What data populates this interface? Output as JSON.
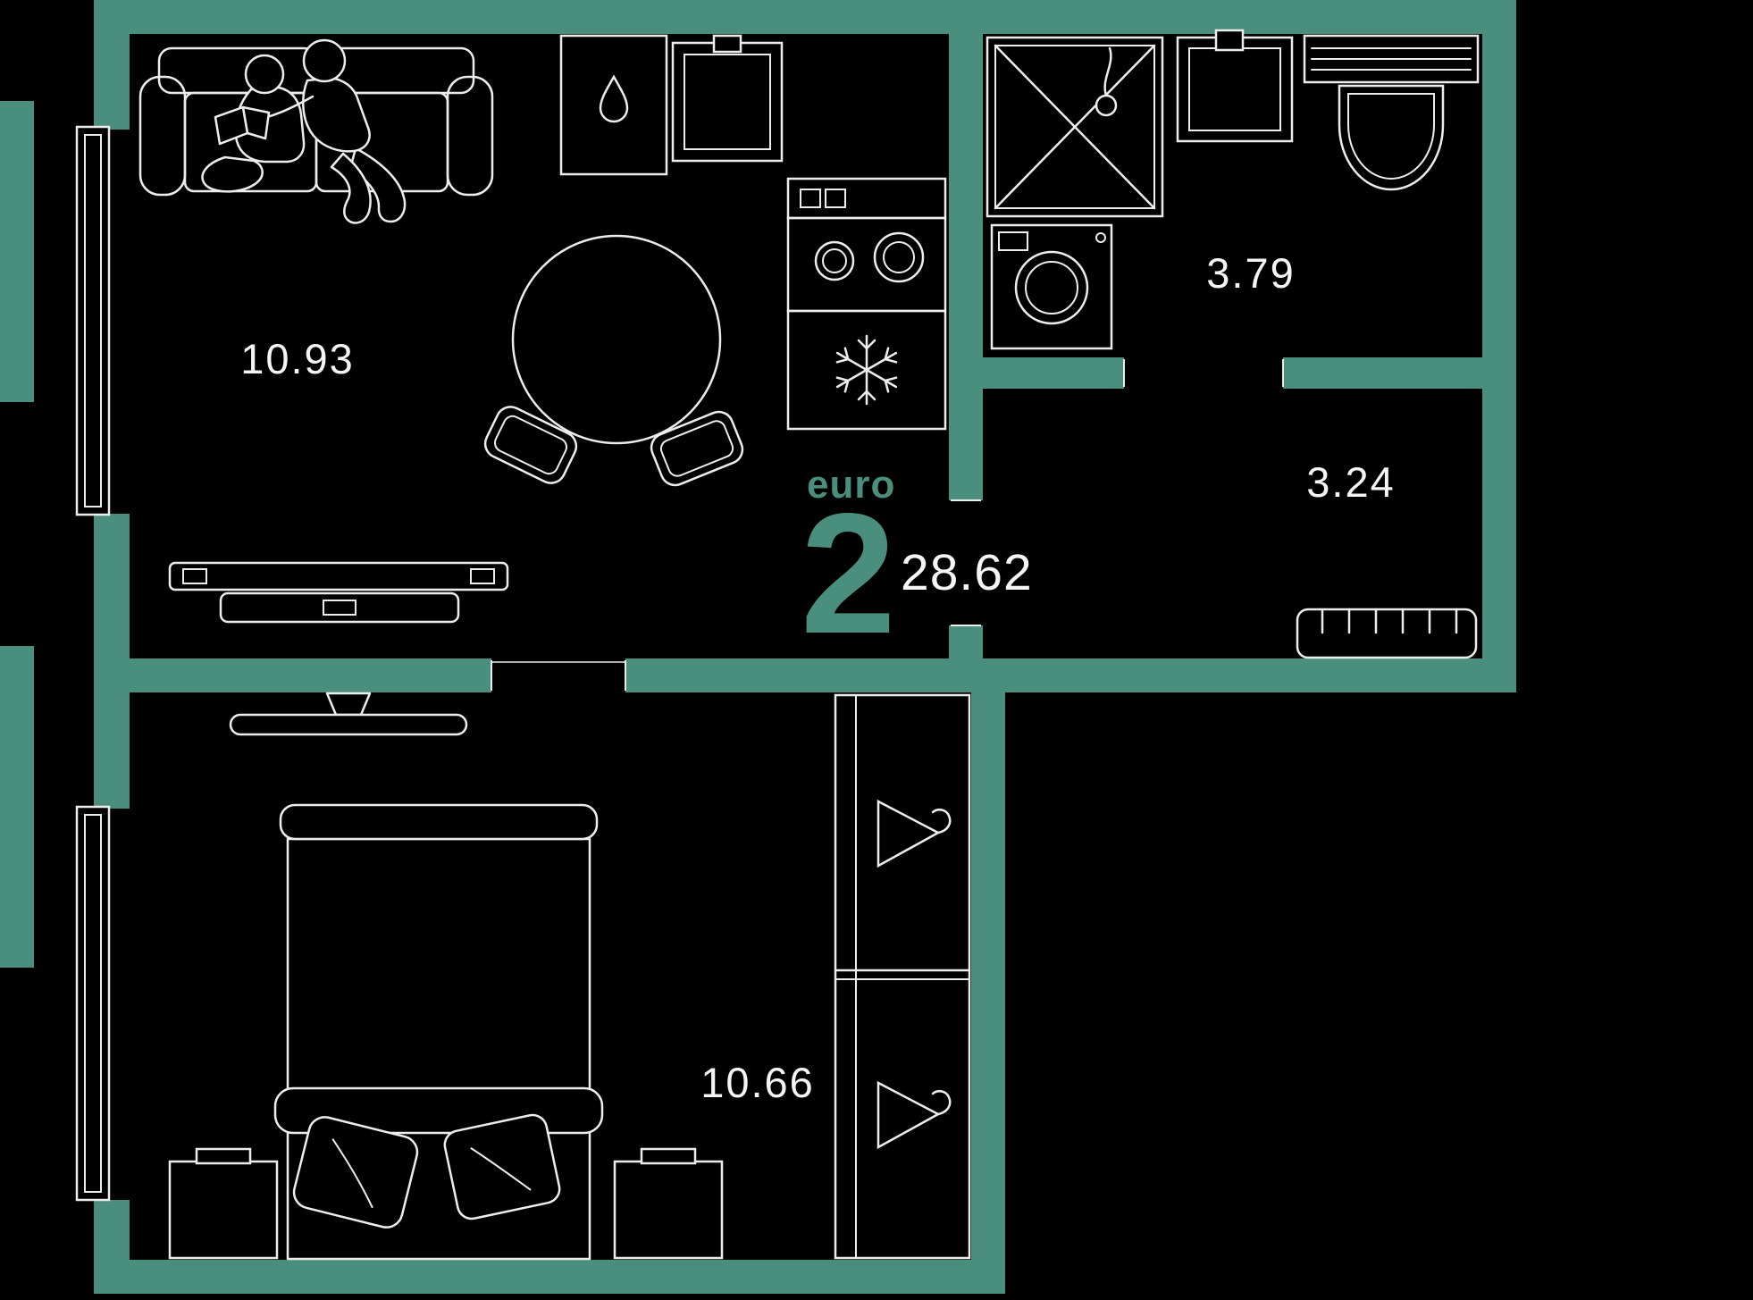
{
  "plan": {
    "unit": {
      "type_label": "euro",
      "rooms_count": "2",
      "total_area": "28.62"
    },
    "rooms": [
      {
        "id": "living-kitchen",
        "area": "10.93"
      },
      {
        "id": "bathroom",
        "area": "3.79"
      },
      {
        "id": "hallway",
        "area": "3.24"
      },
      {
        "id": "bedroom",
        "area": "10.66"
      }
    ],
    "colors": {
      "wall": "#4A8F7D",
      "accent_text": "#4A8F7D",
      "line": "#EDEDED",
      "area_text": "#F5F5F5",
      "background": "#000000"
    }
  }
}
